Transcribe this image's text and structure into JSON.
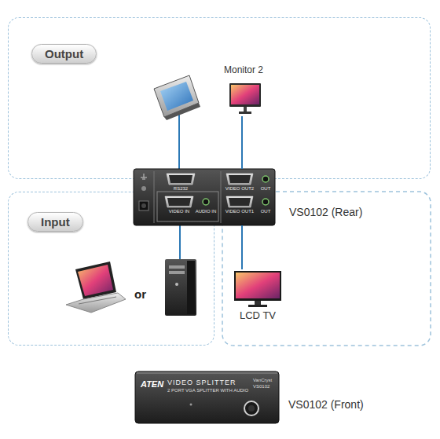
{
  "diagram": {
    "nodes": [
      {
        "text": [
          "Output"
        ]
      },
      {
        "text": [
          "Input"
        ]
      },
      {
        "text": [
          "Monitor 2"
        ],
        "in": 0
      },
      {
        "text": [
          "RS232",
          "VIDEO IN",
          "AUDIO IN",
          "VIDEO OUT2",
          "OUT",
          "VIDEO OUT1",
          "OUT",
          "VS0102 (Rear)"
        ]
      },
      {
        "text": [
          "LCD TV"
        ]
      },
      {
        "text": [
          "ATEN",
          "VIDEO SPLITTER",
          "2 PORT VGA SPLITTER WITH AUDIO",
          "VanCryst",
          "VS0102",
          "VS0102 (Front)"
        ]
      }
    ],
    "edges": [
      {
        "from": 3,
        "to": 2,
        "arrow": "none"
      },
      {
        "from": 3,
        "to": 4,
        "arrow": "none"
      }
    ],
    "labels": [
      "or"
    ]
  }
}
